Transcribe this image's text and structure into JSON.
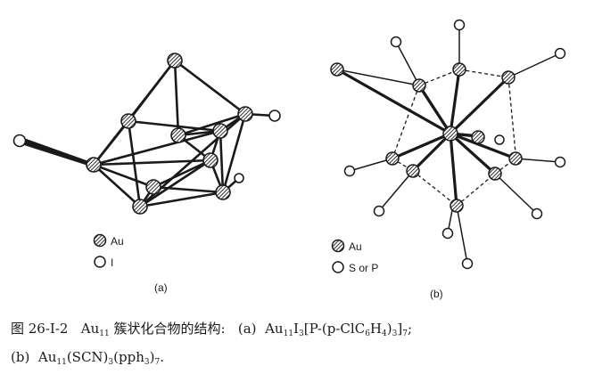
{
  "figures": {
    "a": {
      "label": "(a)",
      "legend": [
        {
          "key": "au",
          "text": "Au",
          "marker": "hatched-circle"
        },
        {
          "key": "i",
          "text": "I",
          "marker": "open-circle"
        }
      ]
    },
    "b": {
      "label": "(b)",
      "legend": [
        {
          "key": "au",
          "text": "Au",
          "marker": "hatched-circle"
        },
        {
          "key": "sp",
          "text": "S or P",
          "marker": "open-circle"
        }
      ]
    }
  },
  "caption": {
    "figure_number": "图 26-I-2",
    "cluster_name": "Au",
    "cluster_sub": "11",
    "title_text": "簇状化合物的结构:",
    "part_a_label": "(a)",
    "part_a_formula": {
      "au": "Au",
      "au_sub": "11",
      "i": "I",
      "i_sub": "3",
      "ligand": "[P-(p-ClC",
      "c_sub": "6",
      "h": "H",
      "h_sub": "4",
      "close": ")",
      "close_sub": "3",
      "outer": "]",
      "outer_sub": "7",
      "sep": ";"
    },
    "part_b_label": "(b)",
    "part_b_formula": {
      "au": "Au",
      "au_sub": "11",
      "scn": "(SCN)",
      "scn_sub": "3",
      "pph": "(pph",
      "pph_sub": "3",
      "close": ")",
      "close_sub": "7",
      "end": "."
    }
  },
  "colors": {
    "ink": "#1a1a1a",
    "paper": "#ffffff"
  }
}
